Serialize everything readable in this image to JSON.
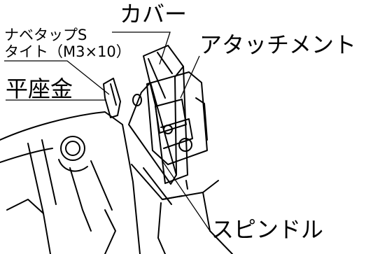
{
  "labels": {
    "cover": "カバー",
    "screw_line1": "ナベタップS",
    "screw_line2": "タイト（M3×10）",
    "washer": "平座金",
    "attachment": "アタッチメント",
    "spindle": "スピンドル"
  },
  "colors": {
    "ink": "#000000",
    "background": "#ffffff"
  }
}
